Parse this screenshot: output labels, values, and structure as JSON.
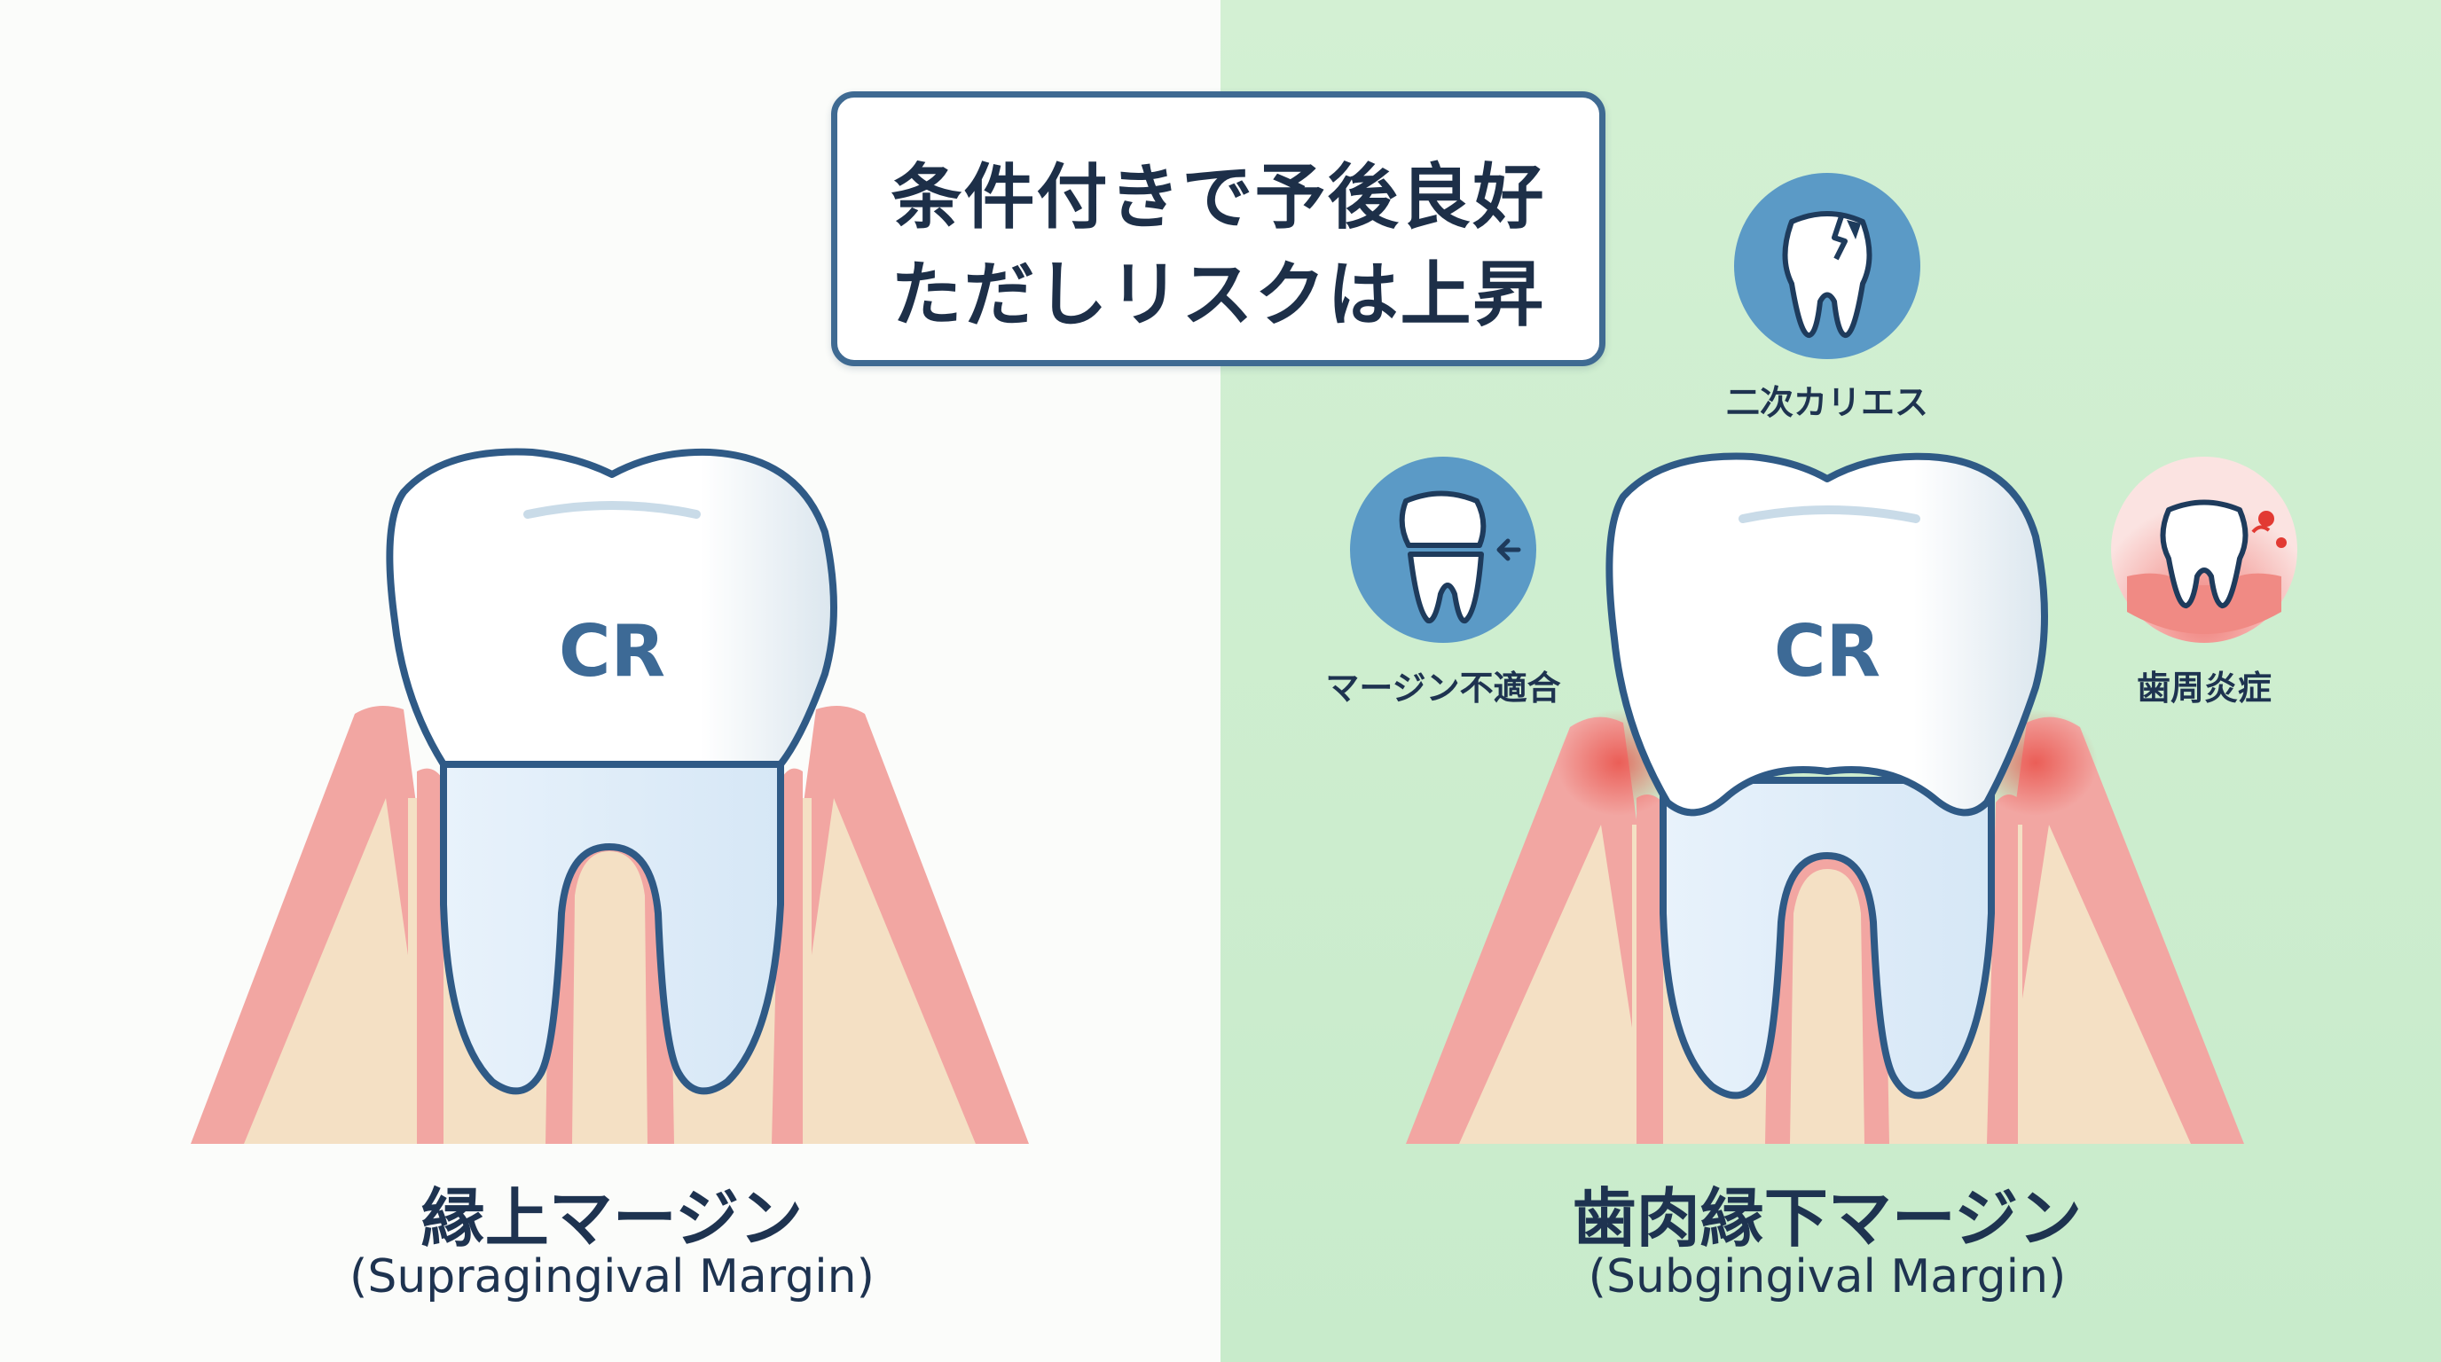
{
  "headline": {
    "line1": "条件付きで予後良好",
    "line2": "ただしリスクは上昇"
  },
  "left_panel": {
    "tooth_label": "CR",
    "title_ja": "縁上マージン",
    "title_en": "(Supragingival Margin)"
  },
  "right_panel": {
    "tooth_label": "CR",
    "title_ja": "歯肉縁下マージン",
    "title_en": "(Subgingival Margin)",
    "risks": [
      {
        "label": "二次カリエス",
        "icon": "cracked-tooth-icon"
      },
      {
        "label": "マージン不適合",
        "icon": "margin-gap-tooth-icon"
      },
      {
        "label": "歯周炎症",
        "icon": "inflamed-gum-tooth-icon"
      }
    ]
  },
  "colors": {
    "left_bg": "#fbfcfa",
    "right_bg": "#cdeecf",
    "outline": "#2f5a86",
    "gum": "#f2a6a2",
    "bone": "#f4e0c4",
    "risk_circle_blue": "#5b9ac6"
  }
}
